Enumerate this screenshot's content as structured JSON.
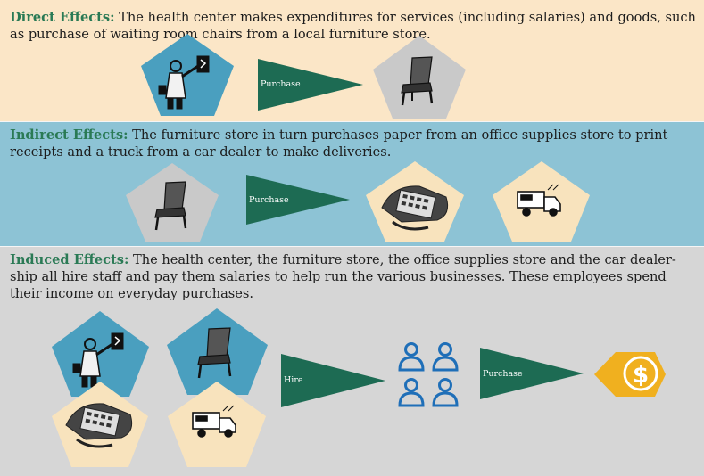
{
  "sections": {
    "direct": {
      "lead": "Direct Effects:",
      "text": " The health center makes expenditures for services (including salaries) and goods, such as purchase of waiting room chairs from a local furniture store.",
      "arrow_label": "Purchase"
    },
    "indirect": {
      "lead": "Indirect Effects:",
      "text": " The furniture store in turn purchases paper from an office supplies store to print receipts and a truck from a car dealer to make deliveries.",
      "arrow_label": "Purchase"
    },
    "induced": {
      "lead": "Induced Effects:",
      "text": " The health center, the furniture store, the office supplies store and the car dealer-ship all hire staff and pay them salaries to help run the various businesses. These employees spend their income on everyday purchases.",
      "hire_label": "Hire",
      "purchase_label": "Purchase"
    }
  },
  "colors": {
    "direct_bg": "#fbe6c7",
    "indirect_bg": "#8dc3d5",
    "induced_bg": "#d6d6d6",
    "lead_text": "#2a7a55",
    "arrow_fill": "#1d6b53",
    "pentagon_blue": "#4a9fbf",
    "pentagon_gray": "#c9c9c9",
    "pentagon_cream": "#f8e3bd",
    "people_icon": "#1f6fb8",
    "coin": "#f0b01f"
  },
  "icons": [
    "doctor-icon",
    "chair-icon",
    "calculator-icon",
    "truck-icon",
    "people-icon",
    "dollar-coin-icon",
    "purchase-arrow",
    "hire-arrow"
  ]
}
